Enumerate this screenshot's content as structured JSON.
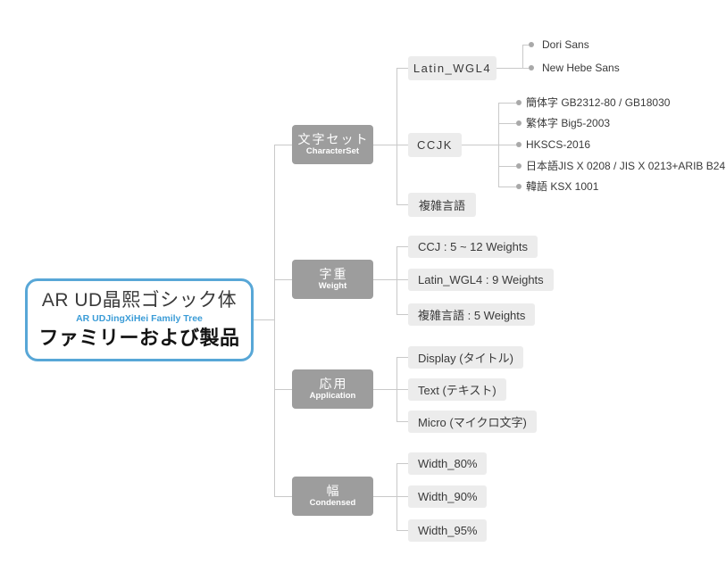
{
  "root": {
    "title": "AR UD晶熙ゴシック体",
    "subtitle": "AR UDJingXiHei Family Tree",
    "caption": "ファミリーおよび製品"
  },
  "branches": {
    "charset": {
      "label_jp": "文字セット",
      "label_en": "CharacterSet",
      "children": {
        "latin": {
          "label": "Latin_WGL4",
          "leaves": [
            "Dori Sans",
            "New Hebe Sans"
          ]
        },
        "ccjk": {
          "label": "CCJK",
          "leaves": [
            "簡体字 GB2312-80 / GB18030",
            "繁体字 Big5-2003",
            "HKSCS-2016",
            "日本語JIS X 0208 / JIS X 0213+ARIB B24",
            "韓語 KSX 1001"
          ]
        },
        "complex": {
          "label": "複雑言語"
        }
      }
    },
    "weight": {
      "label_jp": "字重",
      "label_en": "Weight",
      "items": [
        "CCJ : 5 ~ 12 Weights",
        "Latin_WGL4 : 9 Weights",
        "複雑言語 : 5 Weights"
      ]
    },
    "application": {
      "label_jp": "応用",
      "label_en": "Application",
      "items": [
        "Display (タイトル)",
        "Text (テキスト)",
        "Micro (マイクロ文字)"
      ]
    },
    "condensed": {
      "label_jp": "幅",
      "label_en": "Condensed",
      "items": [
        "Width_80%",
        "Width_90%",
        "Width_95%"
      ]
    }
  },
  "colors": {
    "accent_blue": "#58a7d7",
    "subtitle_blue": "#3b9cd7",
    "category_gray": "#9d9d9d",
    "item_gray": "#ececec",
    "line_gray": "#c9c9c9",
    "bullet_gray": "#a9a9a9",
    "text_dark": "#3a3a3a"
  }
}
